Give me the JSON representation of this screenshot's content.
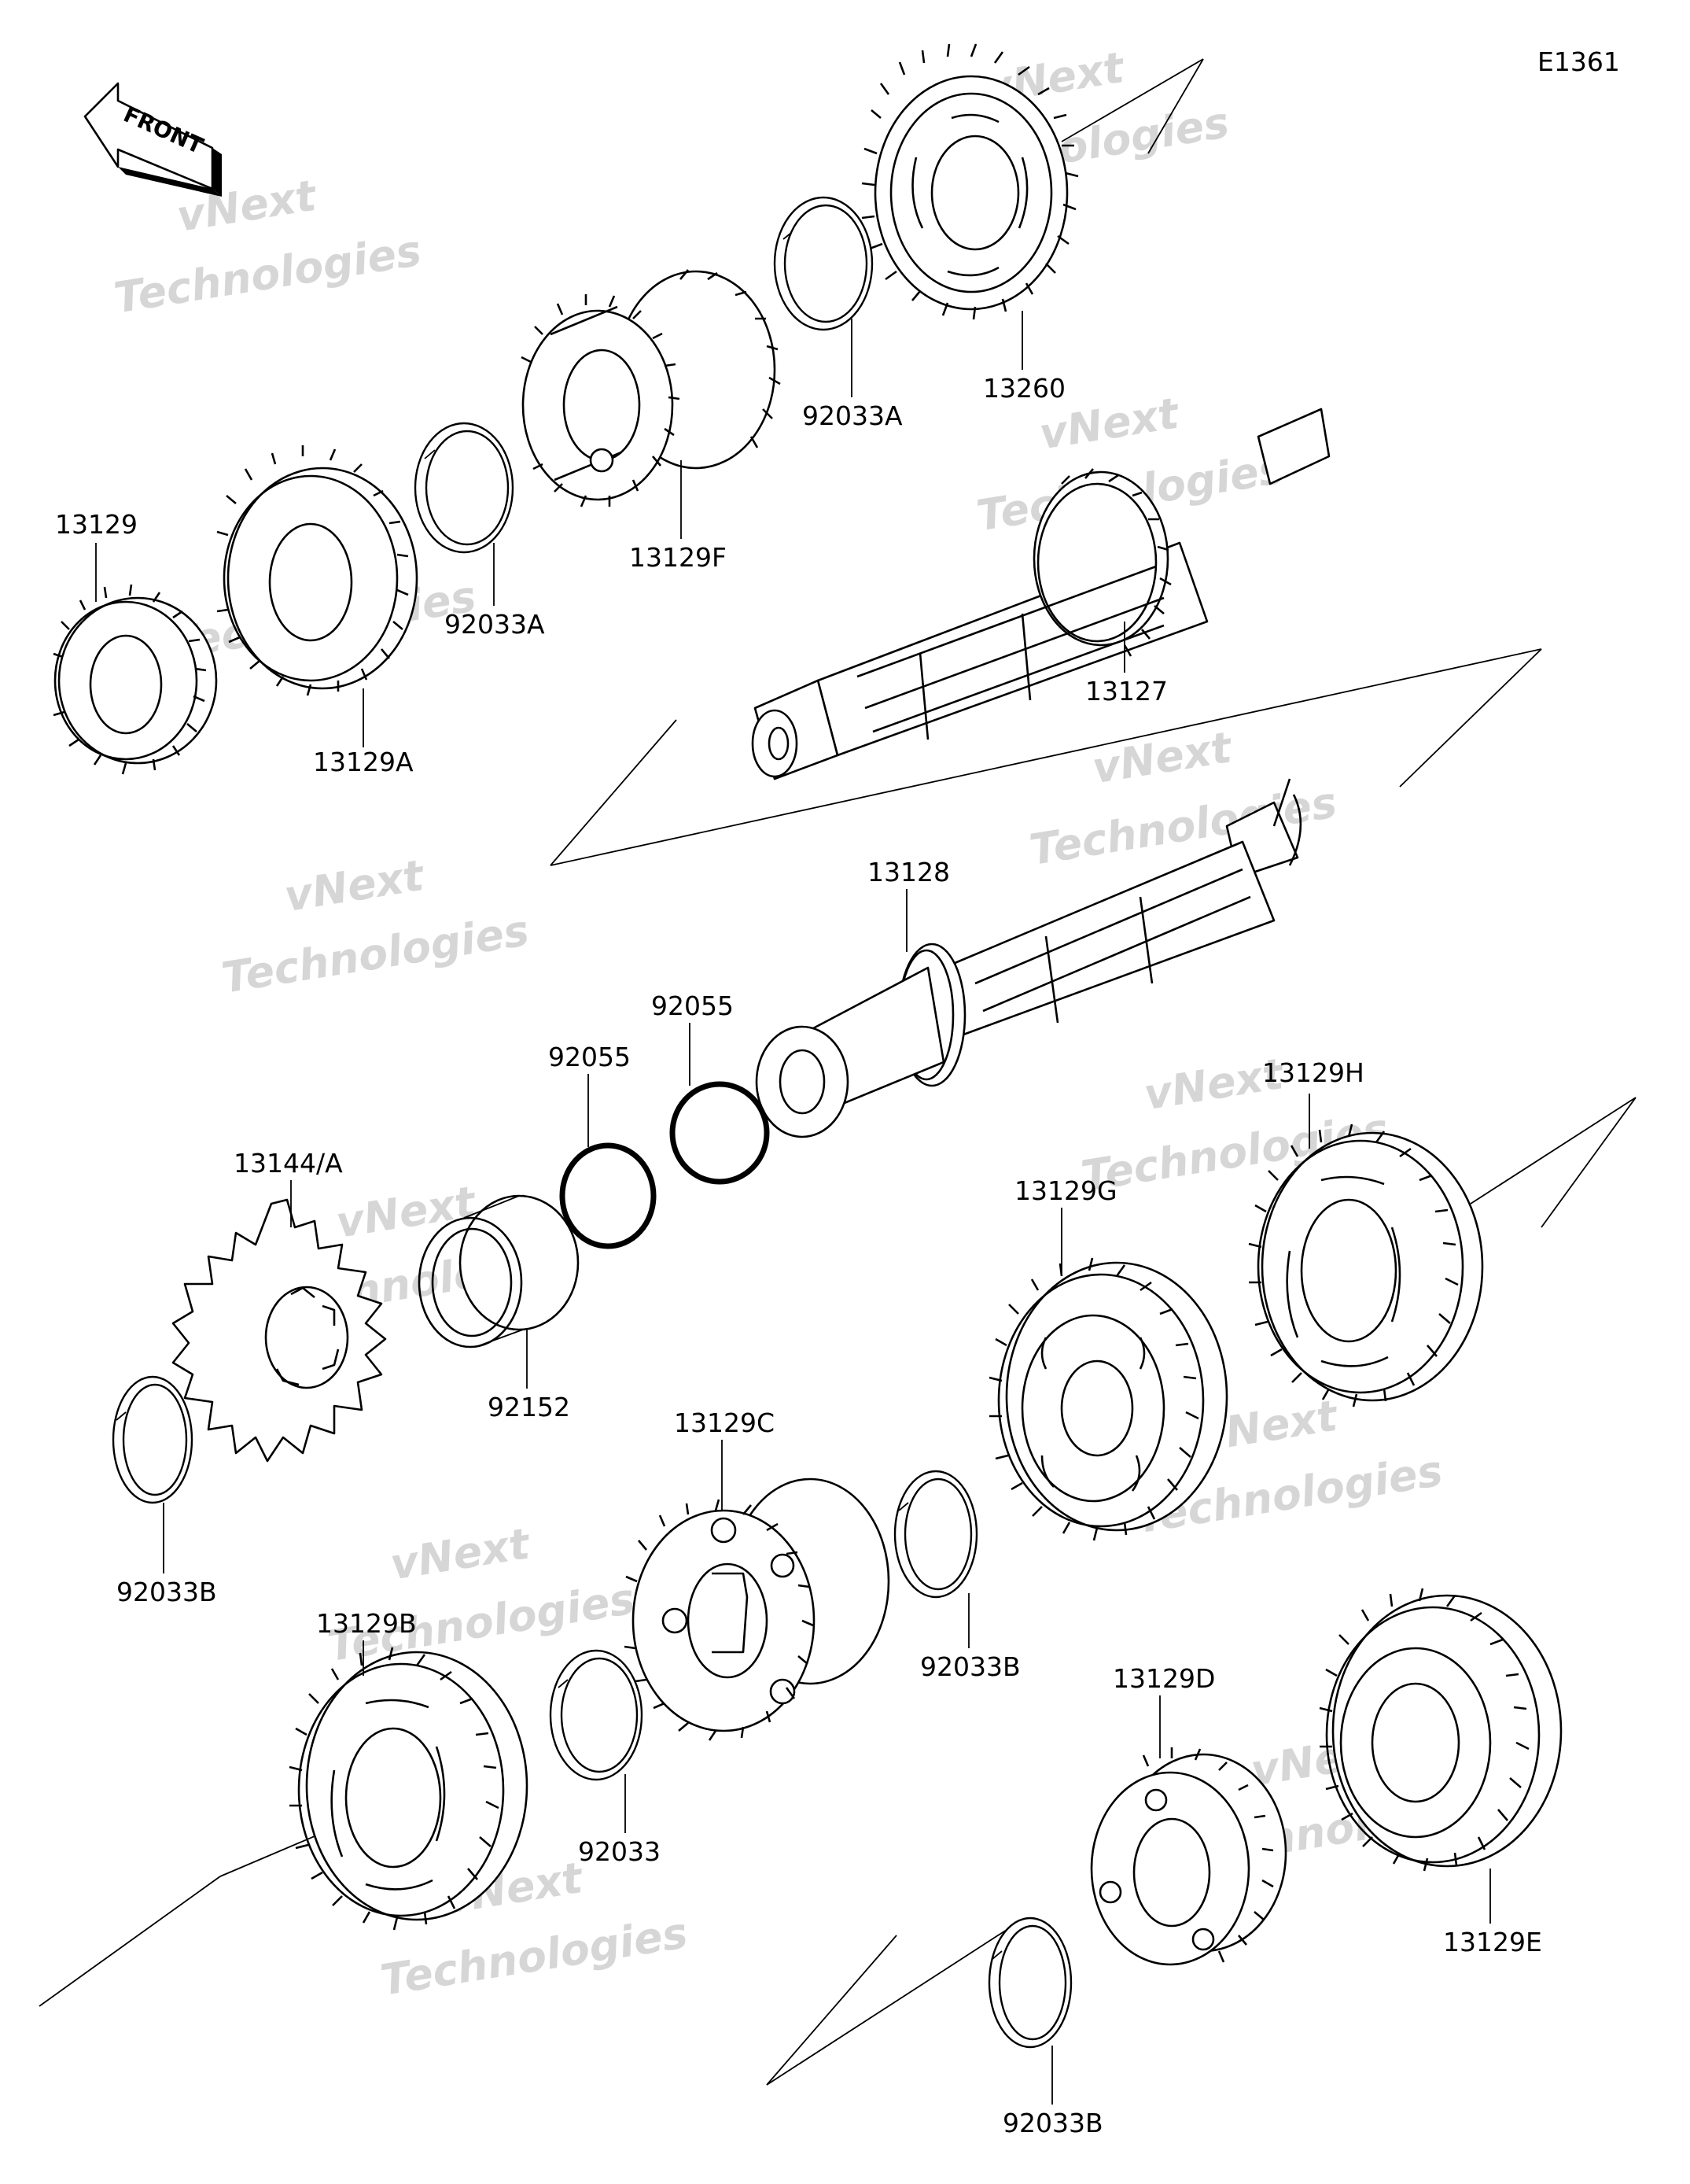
{
  "diagram_code": "E1361",
  "front_badge": "FRONT",
  "watermark": {
    "line1": "vNext",
    "line2": "Technologies"
  },
  "labels": {
    "p13260": "13260",
    "p92033A_top": "92033A",
    "p13129F": "13129F",
    "p92033A_mid": "92033A",
    "p13129": "13129",
    "p13129A": "13129A",
    "p13127": "13127",
    "p13128": "13128",
    "p92055_right": "92055",
    "p92055_left": "92055",
    "p13144A": "13144/A",
    "p92152": "92152",
    "p13129H": "13129H",
    "p13129G": "13129G",
    "p13129C": "13129C",
    "p92033B_left": "92033B",
    "p92033B_mid": "92033B",
    "p13129B": "13129B",
    "p92033": "92033",
    "p13129D": "13129D",
    "p13129E": "13129E",
    "p92033B_bottom": "92033B"
  }
}
